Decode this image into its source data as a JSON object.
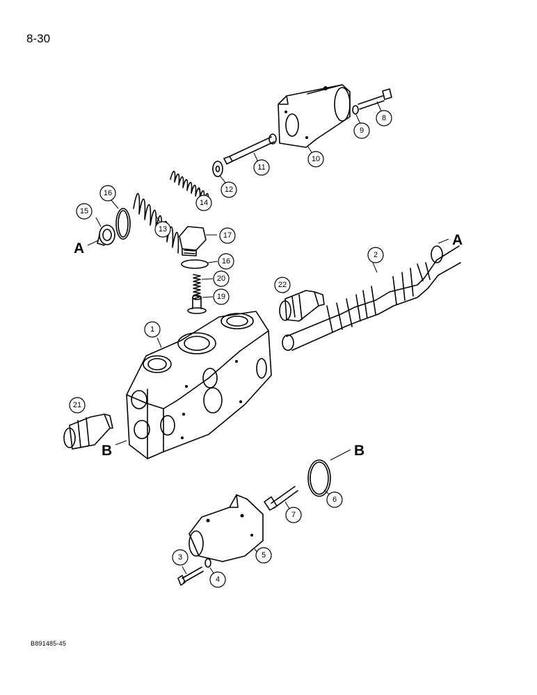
{
  "page": {
    "page_number": "8-30",
    "figure_code": "B891485-45"
  },
  "reference_letters": [
    "A",
    "A",
    "B",
    "B"
  ],
  "callouts": [
    "1",
    "2",
    "3",
    "4",
    "5",
    "6",
    "7",
    "8",
    "9",
    "10",
    "11",
    "12",
    "13",
    "14",
    "15",
    "16",
    "16",
    "17",
    "19",
    "20",
    "21",
    "22"
  ]
}
